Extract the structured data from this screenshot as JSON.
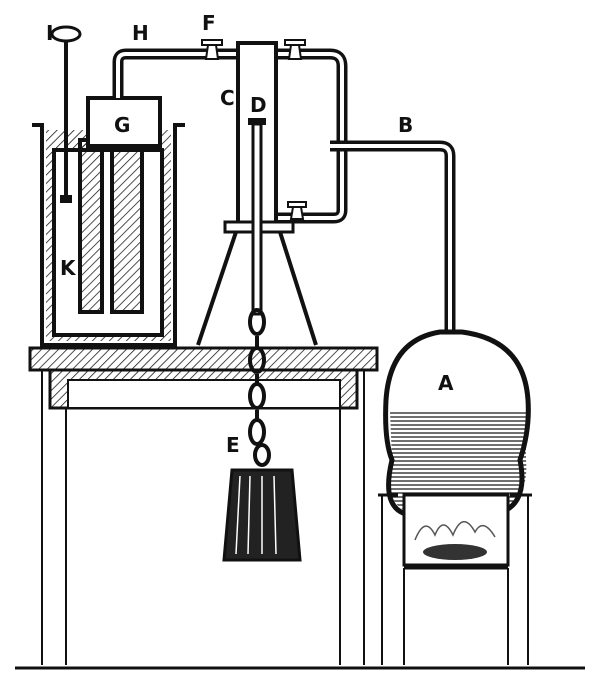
{
  "diagram": {
    "labels": {
      "I": "I",
      "H": "H",
      "F": "F",
      "C": "C",
      "D": "D",
      "B": "B",
      "G": "G",
      "K": "K",
      "A": "A",
      "E": "E"
    },
    "colors": {
      "ink": "#111111",
      "paper": "#ffffff"
    }
  }
}
